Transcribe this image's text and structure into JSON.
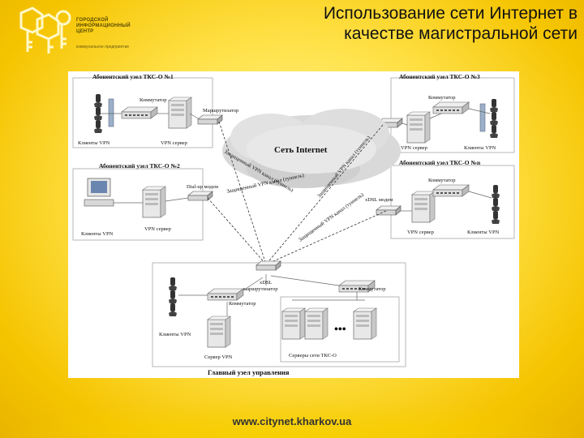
{
  "slide": {
    "title_line1": "Использование сети Интернет в",
    "title_line2": "качестве магистральной сети",
    "footer": "www.citynet.kharkov.ua"
  },
  "logo": {
    "line1": "ГОРОДСКОЙ",
    "line2": "ИНФОРМАЦИОННЫЙ",
    "line3": "ЦЕНТР",
    "sub": "коммунальное предприятие"
  },
  "diagram": {
    "node1_title": "Абонентский узел ТКС-О №1",
    "node2_title": "Абонентский узел ТКС-О №2",
    "node3_title": "Абонентский узел ТКС-О №3",
    "noden_title": "Абонентский узел ТКС-О №n",
    "main_title": "Главный узел управления",
    "switch": "Коммутатор",
    "router": "Маршрутизатор",
    "clients_vpn": "Клиенты VPN",
    "vpn_server": "VPN сервер",
    "dialup_modem": "Dial-up модем",
    "xdsl_modem": "xDSL модем",
    "internet": "Сеть Internet",
    "tunnel": "Защищенный VPN канал (туннель)",
    "xdsl_router_1": "xDSL",
    "xdsl_router_2": "маршрутизатор",
    "server_vpn": "Сервер VPN",
    "servers_tks": "Серверы сети ТКС-О",
    "dots": "•••"
  },
  "colors": {
    "background": "#f5c400",
    "panel": "#ffffff"
  }
}
